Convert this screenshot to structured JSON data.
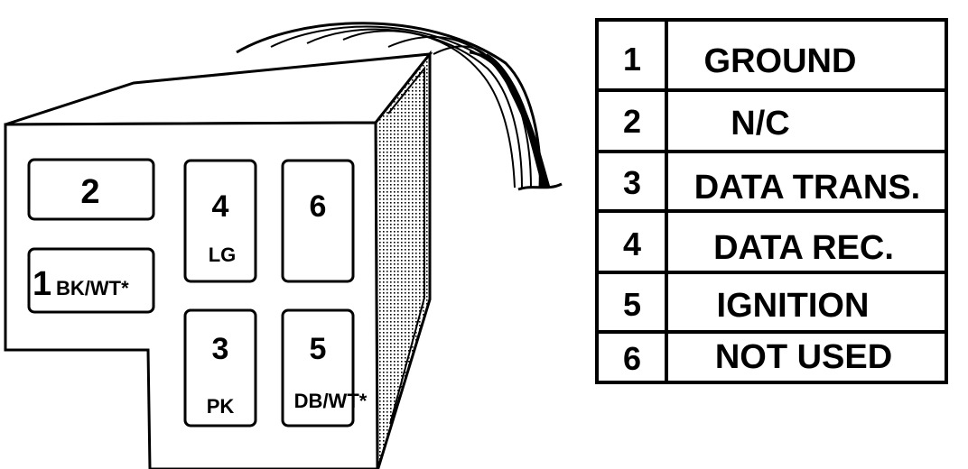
{
  "connector": {
    "cavities": [
      {
        "pin": "2",
        "wire": ""
      },
      {
        "pin": "1",
        "wire": "BK/WT*"
      },
      {
        "pin": "4",
        "wire": "LG"
      },
      {
        "pin": "6",
        "wire": ""
      },
      {
        "pin": "3",
        "wire": "PK"
      },
      {
        "pin": "5",
        "wire": "DB/WT*"
      }
    ]
  },
  "pinout_table": {
    "rows": [
      {
        "pin": "1",
        "label": "GROUND"
      },
      {
        "pin": "2",
        "label": "N/C"
      },
      {
        "pin": "3",
        "label": "DATA TRANS."
      },
      {
        "pin": "4",
        "label": "DATA REC."
      },
      {
        "pin": "5",
        "label": "IGNITION"
      },
      {
        "pin": "6",
        "label": "NOT USED"
      }
    ]
  }
}
